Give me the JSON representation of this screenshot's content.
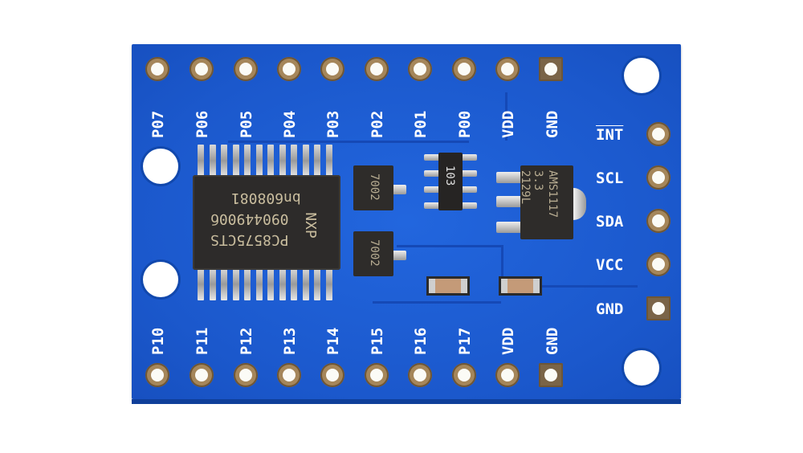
{
  "image": {
    "description": "PCF8575 16-bit I/O expander breakout board (blue PCB) on white background",
    "board_color": "#1e5fd6",
    "background_color": "#ffffff"
  },
  "top_header": {
    "pins": [
      "P07",
      "P06",
      "P05",
      "P04",
      "P03",
      "P02",
      "P01",
      "P00",
      "VDD",
      "GND"
    ]
  },
  "bottom_header": {
    "pins": [
      "P10",
      "P11",
      "P12",
      "P13",
      "P14",
      "P15",
      "P16",
      "P17",
      "VDD",
      "GND"
    ]
  },
  "right_header": {
    "pins": [
      "INT",
      "SCL",
      "SDA",
      "VCC",
      "GND"
    ]
  },
  "main_chip": {
    "brand": "NXP",
    "part": "PC8575CTS",
    "line2": "09044900б",
    "line3": "bn608081"
  },
  "transistors": [
    {
      "marking": "7002"
    },
    {
      "marking": "7002"
    }
  ],
  "resistor_array": {
    "marking": "103"
  },
  "regulator": {
    "line1": "AMS1117",
    "line2": "3.3  2129L"
  }
}
